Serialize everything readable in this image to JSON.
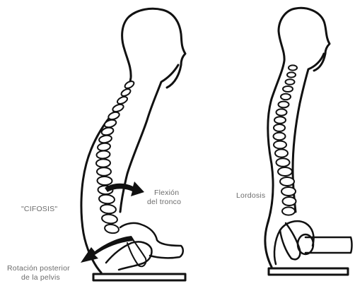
{
  "labels": {
    "flexion_line1": "Flexión",
    "flexion_line2": "del tronco",
    "cifosis": "\"CIFOSIS\"",
    "rotacion_line1": "Rotación posterior",
    "rotacion_line2": "de la pelvis",
    "lordosis": "Lordosis"
  },
  "colors": {
    "line": "#111111",
    "label": "#6b6b6b",
    "background": "#ffffff"
  }
}
